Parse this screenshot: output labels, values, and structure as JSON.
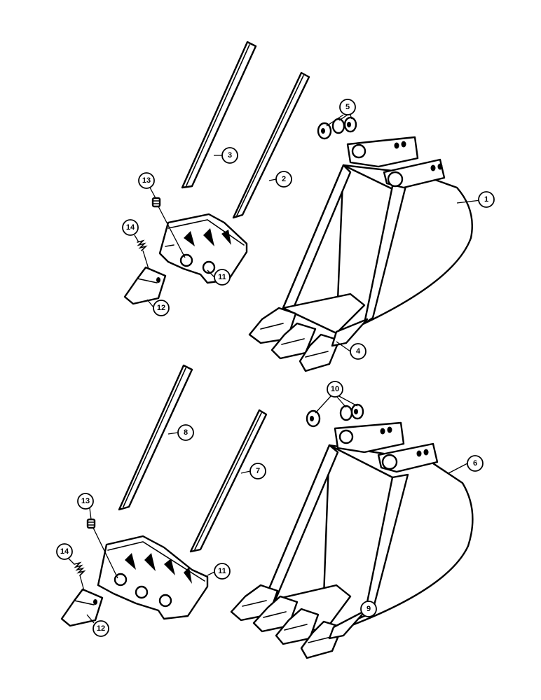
{
  "colors": {
    "line": "#000000",
    "background": "#ffffff"
  },
  "callouts": [
    {
      "id": "c1",
      "label": "1"
    },
    {
      "id": "c2",
      "label": "2"
    },
    {
      "id": "c3",
      "label": "3"
    },
    {
      "id": "c4",
      "label": "4"
    },
    {
      "id": "c5",
      "label": "5"
    },
    {
      "id": "c6",
      "label": "6"
    },
    {
      "id": "c7",
      "label": "7"
    },
    {
      "id": "c8",
      "label": "8"
    },
    {
      "id": "c9",
      "label": "9"
    },
    {
      "id": "c10",
      "label": "10"
    },
    {
      "id": "c11a",
      "label": "11"
    },
    {
      "id": "c11b",
      "label": "11"
    },
    {
      "id": "c12a",
      "label": "12"
    },
    {
      "id": "c12b",
      "label": "12"
    },
    {
      "id": "c13a",
      "label": "13"
    },
    {
      "id": "c13b",
      "label": "13"
    },
    {
      "id": "c14a",
      "label": "14"
    },
    {
      "id": "c14b",
      "label": "14"
    }
  ]
}
